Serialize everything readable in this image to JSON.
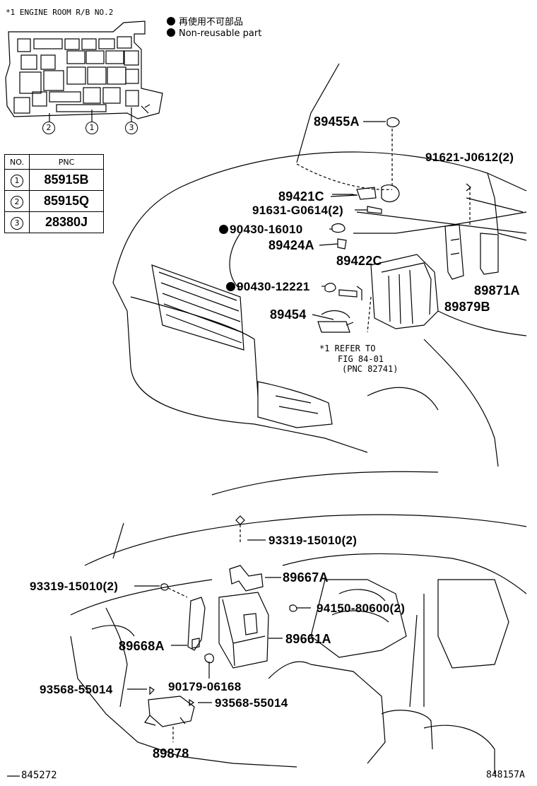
{
  "legend": {
    "jp": "再使用不可部品",
    "en": "Non-reusable part"
  },
  "inset": {
    "title": "*1 ENGINE ROOM R/B NO.2",
    "markers": [
      "2",
      "1",
      "3"
    ]
  },
  "pnc_table": {
    "col_no": "NO.",
    "col_pnc": "PNC",
    "rows": [
      {
        "no": "1",
        "pnc": "85915B"
      },
      {
        "no": "2",
        "pnc": "85915Q"
      },
      {
        "no": "3",
        "pnc": "28380J"
      }
    ]
  },
  "parts_top": {
    "p89455A": "89455A",
    "p91621": "91621-J0612(2)",
    "p89421C": "89421C",
    "p91631": "91631-G0614(2)",
    "p90430a": "90430-16010",
    "p89424A": "89424A",
    "p89422C": "89422C",
    "p90430b": "90430-12221",
    "p89871A": "89871A",
    "p89879B": "89879B",
    "p89454": "89454",
    "refer1": "*1 REFER TO",
    "refer2": "FIG 84-01",
    "refer3": "(PNC 82741)"
  },
  "parts_bottom": {
    "p93319a": "93319-15010(2)",
    "p93319b": "93319-15010(2)",
    "p89667A": "89667A",
    "p94150": "94150-80600(2)",
    "p89668A": "89668A",
    "p89661A": "89661A",
    "p93568a": "93568-55014",
    "p90179": "90179-06168",
    "p93568b": "93568-55014",
    "p89878": "89878"
  },
  "footer": {
    "left": "845272",
    "right": "848157A"
  }
}
